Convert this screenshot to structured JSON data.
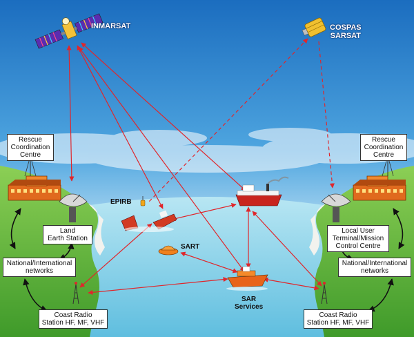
{
  "labels": {
    "inmarsat": "INMARSAT",
    "cospas_sarsat": "COSPAS\nSARSAT",
    "epirb": "EPIRB",
    "sart": "SART",
    "sar_services": "SAR\nServices",
    "rcc_left": "Rescue\nCoordination\nCentre",
    "rcc_right": "Rescue\nCoordination\nCentre",
    "land_earth_station": "Land\nEarth Station",
    "lut_mcc": "Local User\nTerminal/Mission\nControl Centre",
    "networks_left": "National/International\nnetworks",
    "networks_right": "National/International\nnetworks",
    "coast_radio_left": "Coast Radio\nStation HF, MF, VHF",
    "coast_radio_right": "Coast Radio\nStation HF, MF, VHF"
  },
  "colors": {
    "link_red": "#e0262b",
    "network_black": "#111111",
    "sky_top": "#1f78c8",
    "sea": "#8fd3ea",
    "land": "#5fb83a"
  },
  "icons": {
    "inmarsat": "satellite-icon",
    "cospas": "satellite-icon",
    "dish": "satellite-dish-icon",
    "building": "building-icon",
    "radio_tower": "radio-tower-icon",
    "ship": "ship-icon",
    "liferaft": "liferaft-icon"
  }
}
